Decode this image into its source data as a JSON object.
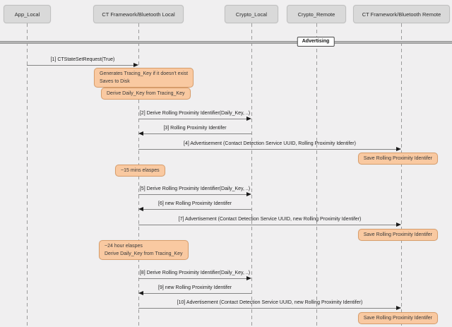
{
  "diagram_type": "sequence-diagram",
  "actors": [
    {
      "label": "App_Local"
    },
    {
      "label": "CT Framework/Bluetooth Local"
    },
    {
      "label": "Crypto_Local"
    },
    {
      "label": "Crypto_Remote"
    },
    {
      "label": "CT Framework/Bluetooth Remote"
    }
  ],
  "divider": {
    "label": "Advertising"
  },
  "messages": [
    {
      "label": "[1] CTStateSetRequest(True)",
      "from": "App_Local",
      "to": "CT Framework/Bluetooth Local",
      "direction": "right"
    },
    {
      "label": "[2] Derive Rolling Proximity Identifier(Daily_Key, ..)",
      "from": "CT Framework/Bluetooth Local",
      "to": "Crypto_Local",
      "direction": "right"
    },
    {
      "label": "[3] Rolling Proximity Identifer",
      "from": "Crypto_Local",
      "to": "CT Framework/Bluetooth Local",
      "direction": "left"
    },
    {
      "label": "[4] Advertisement (Contact Detection Service UUID, Rolling Proximity Identifer)",
      "from": "CT Framework/Bluetooth Local",
      "to": "CT Framework/Bluetooth Remote",
      "direction": "right"
    },
    {
      "label": "[5] Derive Rolling Proximity Identifier(Daily_Key, ..)",
      "from": "CT Framework/Bluetooth Local",
      "to": "Crypto_Local",
      "direction": "right"
    },
    {
      "label": "[6] new Rolling Proximity Identifer",
      "from": "Crypto_Local",
      "to": "CT Framework/Bluetooth Local",
      "direction": "left"
    },
    {
      "label": "[7] Advertisement (Contact Detection Service UUID, new Rolling Proximity Identifer)",
      "from": "CT Framework/Bluetooth Local",
      "to": "CT Framework/Bluetooth Remote",
      "direction": "right"
    },
    {
      "label": "[8] Derive Rolling Proximity Identifier(Daily_Key, ..)",
      "from": "CT Framework/Bluetooth Local",
      "to": "Crypto_Local",
      "direction": "right"
    },
    {
      "label": "[9] new Rolling Proximity Identifer",
      "from": "Crypto_Local",
      "to": "CT Framework/Bluetooth Local",
      "direction": "left"
    },
    {
      "label": "[10] Advertisement (Contact Detection Service UUID, new Rolling Proximity Identifer)",
      "from": "CT Framework/Bluetooth Local",
      "to": "CT Framework/Bluetooth Remote",
      "direction": "right"
    }
  ],
  "notes": [
    {
      "text": "Generates Tracing_Key if it doesn't exist\nSaves to Disk",
      "anchor": "CT Framework/Bluetooth Local"
    },
    {
      "text": "Derive Daily_Key from Tracing_Key",
      "anchor": "CT Framework/Bluetooth Local"
    },
    {
      "text": "Save Rolling Proximity Identifer",
      "anchor": "CT Framework/Bluetooth Remote"
    },
    {
      "text": "~15 mins elaspes",
      "anchor": "CT Framework/Bluetooth Local"
    },
    {
      "text": "Save Rolling Proximity Identifer",
      "anchor": "CT Framework/Bluetooth Remote"
    },
    {
      "text": "~24 hour elaspes\nDerive Daily_Key from Tracing_Key",
      "anchor": "CT Framework/Bluetooth Local"
    },
    {
      "text": "Save Rolling Proximity Identifer",
      "anchor": "CT Framework/Bluetooth Remote"
    }
  ],
  "colors": {
    "background": "#f0eff0",
    "actor_fill": "#d9d9d9",
    "note_fill": "#f9c9a1",
    "note_border": "#d89d6b",
    "line": "#858585",
    "arrowhead": "#1b1b1b"
  }
}
